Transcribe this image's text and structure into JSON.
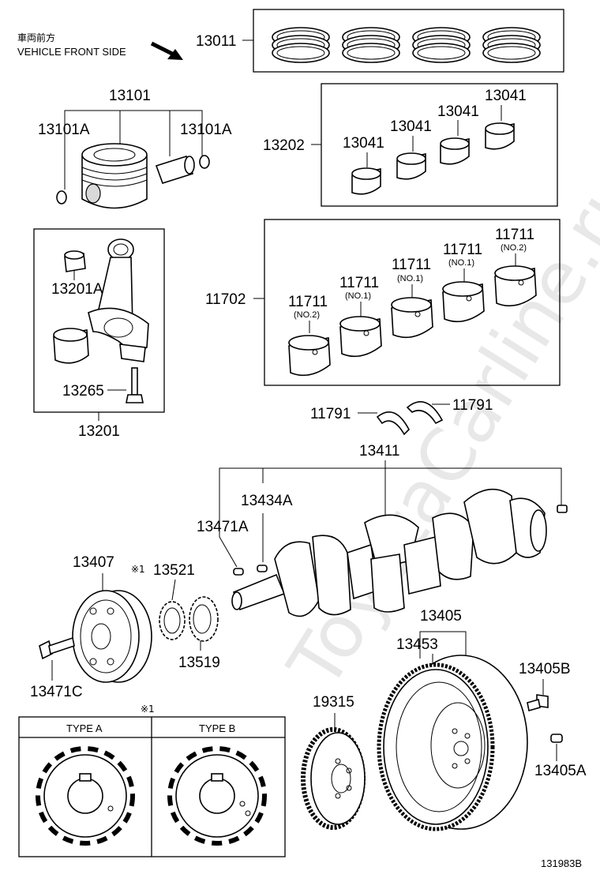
{
  "watermark": "ToyotaCarline.ru",
  "orientation": {
    "label_jp": "車両前方",
    "label_en": "VEHICLE FRONT SIDE"
  },
  "figure_code": "131983B",
  "parts": {
    "p13011": "13011",
    "p13101": "13101",
    "p13101A_left": "13101A",
    "p13101A_right": "13101A",
    "p13202": "13202",
    "p13041_a": "13041",
    "p13041_b": "13041",
    "p13041_c": "13041",
    "p13041_d": "13041",
    "p13201A": "13201A",
    "p13265": "13265",
    "p13201": "13201",
    "p11702": "11702",
    "p11711_a": "11711",
    "p11711_b": "11711",
    "p11711_c": "11711",
    "p11711_d": "11711",
    "p11711_e": "11711",
    "p11791_left": "11791",
    "p11791_right": "11791",
    "p13411": "13411",
    "p13434A": "13434A",
    "p13471A": "13471A",
    "p13407": "13407",
    "p13521": "13521",
    "p13519": "13519",
    "p13471C": "13471C",
    "p13405": "13405",
    "p13453": "13453",
    "p13405B": "13405B",
    "p19315": "19315",
    "p13405A": "13405A"
  },
  "bearing_notes": {
    "a": "(NO.2)",
    "b": "(NO.1)",
    "c": "(NO.1)",
    "d": "(NO.1)",
    "e": "(NO.2)"
  },
  "reference_mark": "※1",
  "gear_types": {
    "note": "※1",
    "type_a": "TYPE A",
    "type_b": "TYPE B"
  }
}
